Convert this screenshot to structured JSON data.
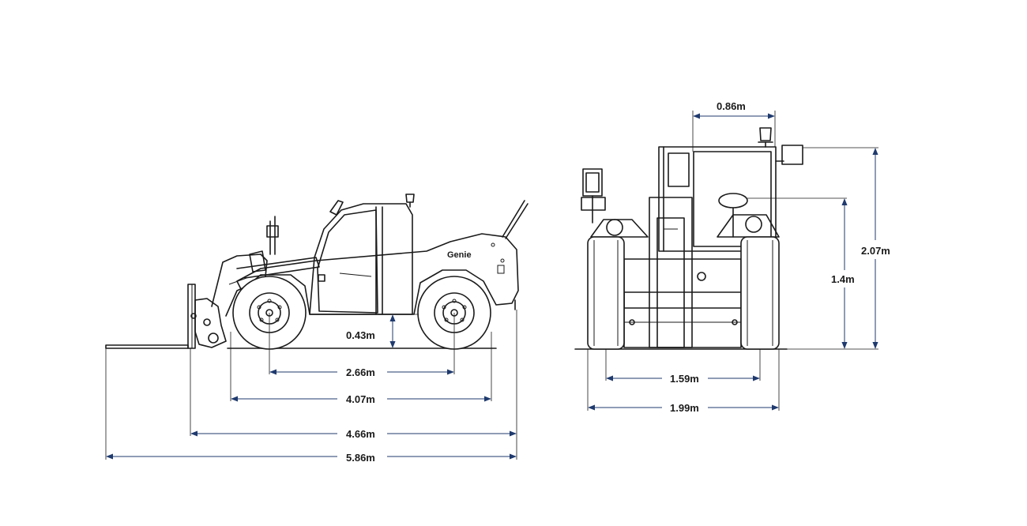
{
  "brand_text": "Genie",
  "colors": {
    "dimension_line": "#1f3a6e",
    "outline": "#1a1a1a",
    "background": "#ffffff"
  },
  "side_view": {
    "ground_clearance": "0.43m",
    "wheelbase": "2.66m",
    "length_without_forks": "4.07m",
    "length_to_carriage": "4.66m",
    "overall_length": "5.86m"
  },
  "rear_view": {
    "cab_width": "0.86m",
    "overall_height": "2.07m",
    "cab_floor_height": "1.4m",
    "track_width": "1.59m",
    "overall_width": "1.99m"
  }
}
